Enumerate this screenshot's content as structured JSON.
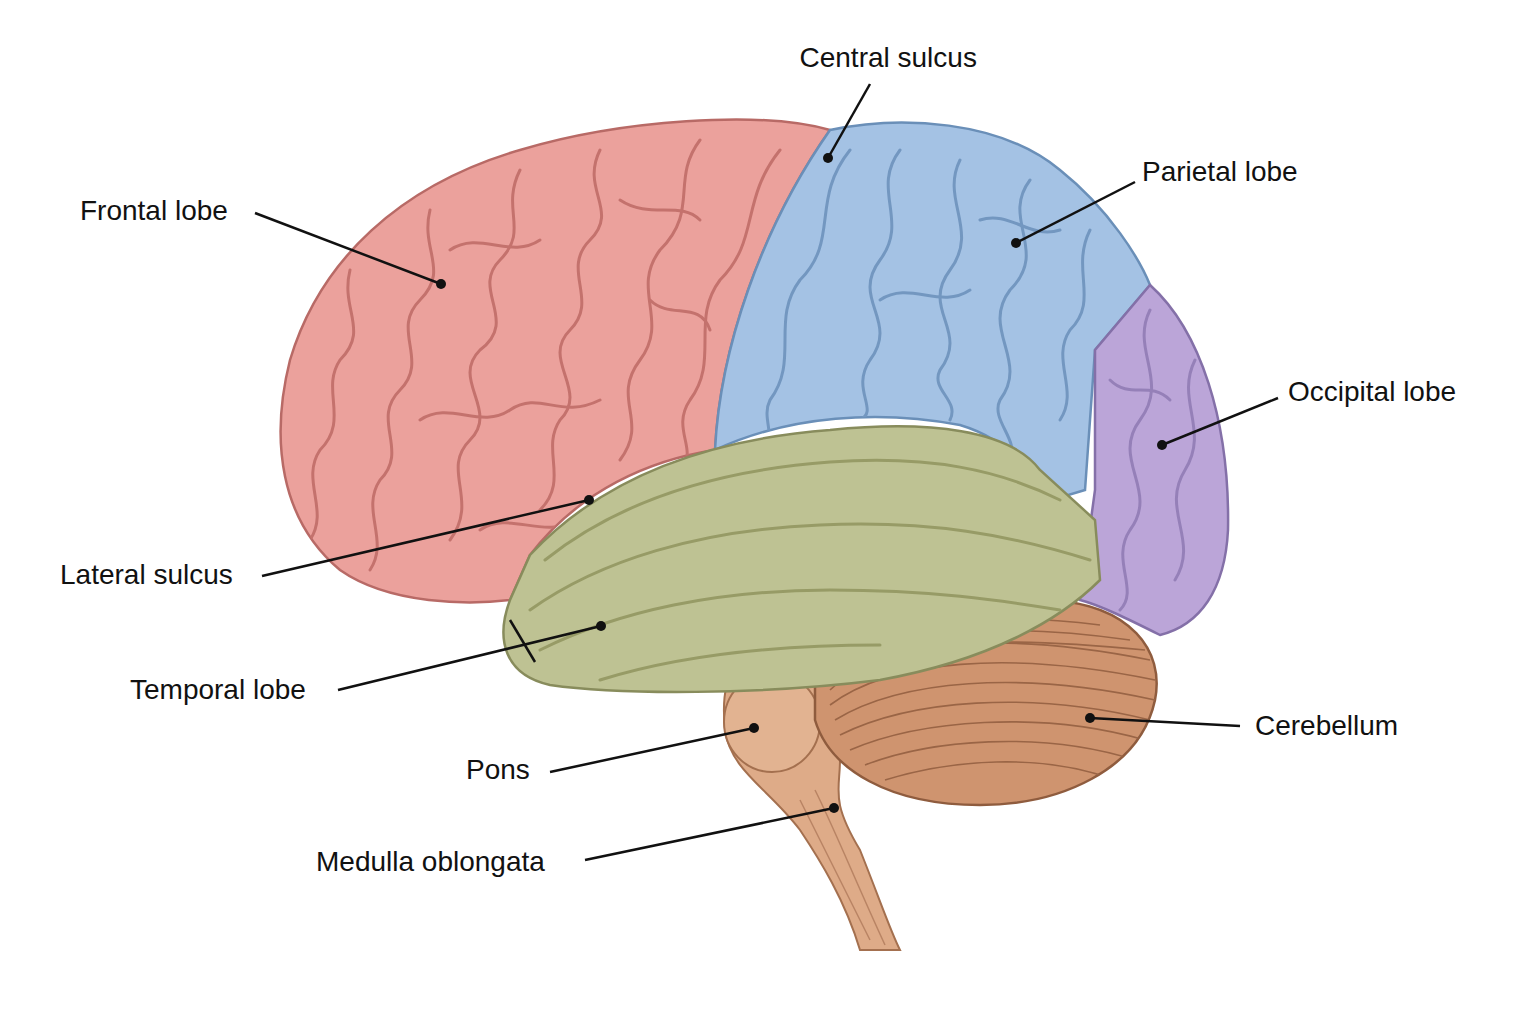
{
  "diagram": {
    "labels": [
      "Central sulcus",
      "Frontal lobe",
      "Parietal lobe",
      "Occipital lobe",
      "Lateral sulcus",
      "Temporal lobe",
      "Cerebellum",
      "Pons",
      "Medulla oblongata"
    ]
  }
}
